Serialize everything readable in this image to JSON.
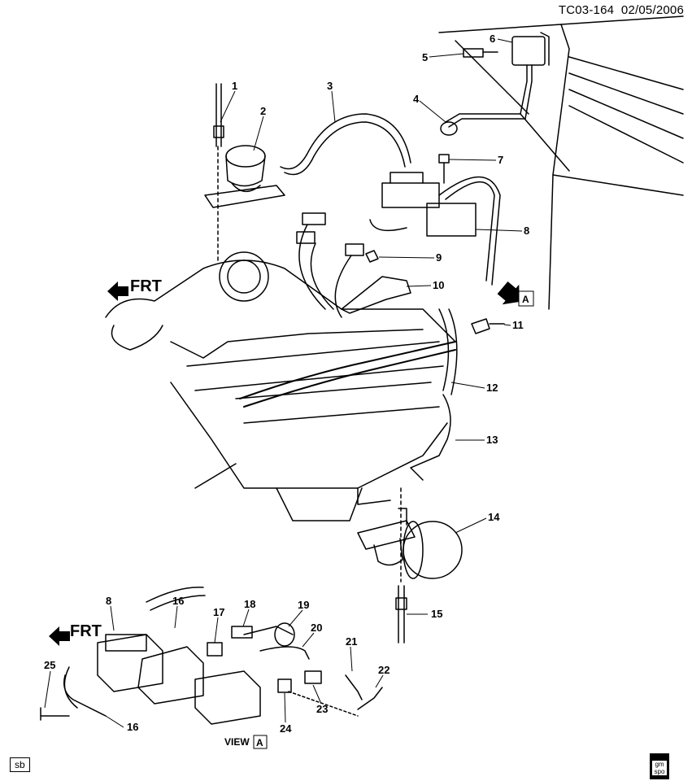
{
  "header": {
    "doc_id": "TC03-164",
    "date": "02/05/2006"
  },
  "callouts": [
    "1",
    "2",
    "3",
    "4",
    "5",
    "6",
    "7",
    "8",
    "9",
    "10",
    "11",
    "12",
    "13",
    "14",
    "15",
    "8",
    "16",
    "17",
    "18",
    "19",
    "20",
    "21",
    "22",
    "23",
    "24",
    "25",
    "16"
  ],
  "frt_main": "FRT",
  "frt_inset": "FRT",
  "view_arrow_letter": "A",
  "view_label": "VIEW",
  "view_letter": "A",
  "footer": {
    "sb_tag": "sb",
    "logo_text": "gm spo"
  }
}
